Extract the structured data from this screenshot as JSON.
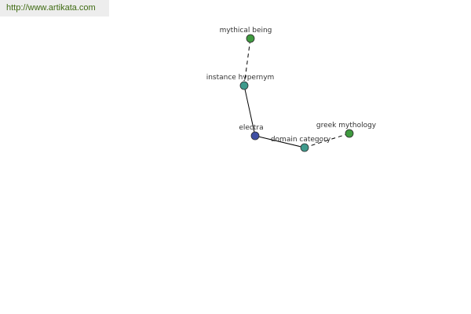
{
  "source_url": "http://www.artikata.com",
  "colors": {
    "focus_node": "#3f4fa3",
    "relation_node": "#3f9a8c",
    "term_node": "#3f9a3f",
    "edge": "#000000",
    "url_text": "#3f6b12",
    "url_background": "#ededed"
  },
  "graph": {
    "nodes": [
      {
        "id": "focus",
        "label": "electra",
        "kind": "focus"
      },
      {
        "id": "rel-hypernym",
        "label": "instance hypernym",
        "kind": "relation"
      },
      {
        "id": "term-mythical",
        "label": "mythical being",
        "kind": "term"
      },
      {
        "id": "rel-domain",
        "label": "domain category",
        "kind": "relation"
      },
      {
        "id": "term-greek",
        "label": "greek mythology",
        "kind": "term"
      }
    ],
    "edges": [
      {
        "from": "focus",
        "to": "rel-hypernym",
        "style": "solid"
      },
      {
        "from": "rel-hypernym",
        "to": "term-mythical",
        "style": "dashed"
      },
      {
        "from": "focus",
        "to": "rel-domain",
        "style": "solid"
      },
      {
        "from": "rel-domain",
        "to": "term-greek",
        "style": "dashed"
      }
    ]
  }
}
